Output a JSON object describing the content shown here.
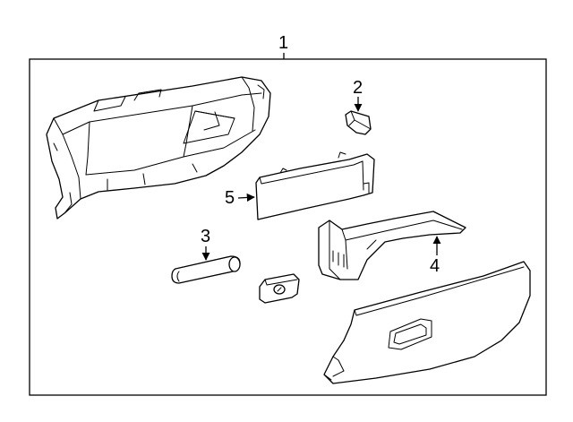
{
  "diagram": {
    "callouts": {
      "frame": "1",
      "bracket": "2",
      "cylinder": "3",
      "side_panel": "4",
      "door_panel": "5"
    }
  }
}
